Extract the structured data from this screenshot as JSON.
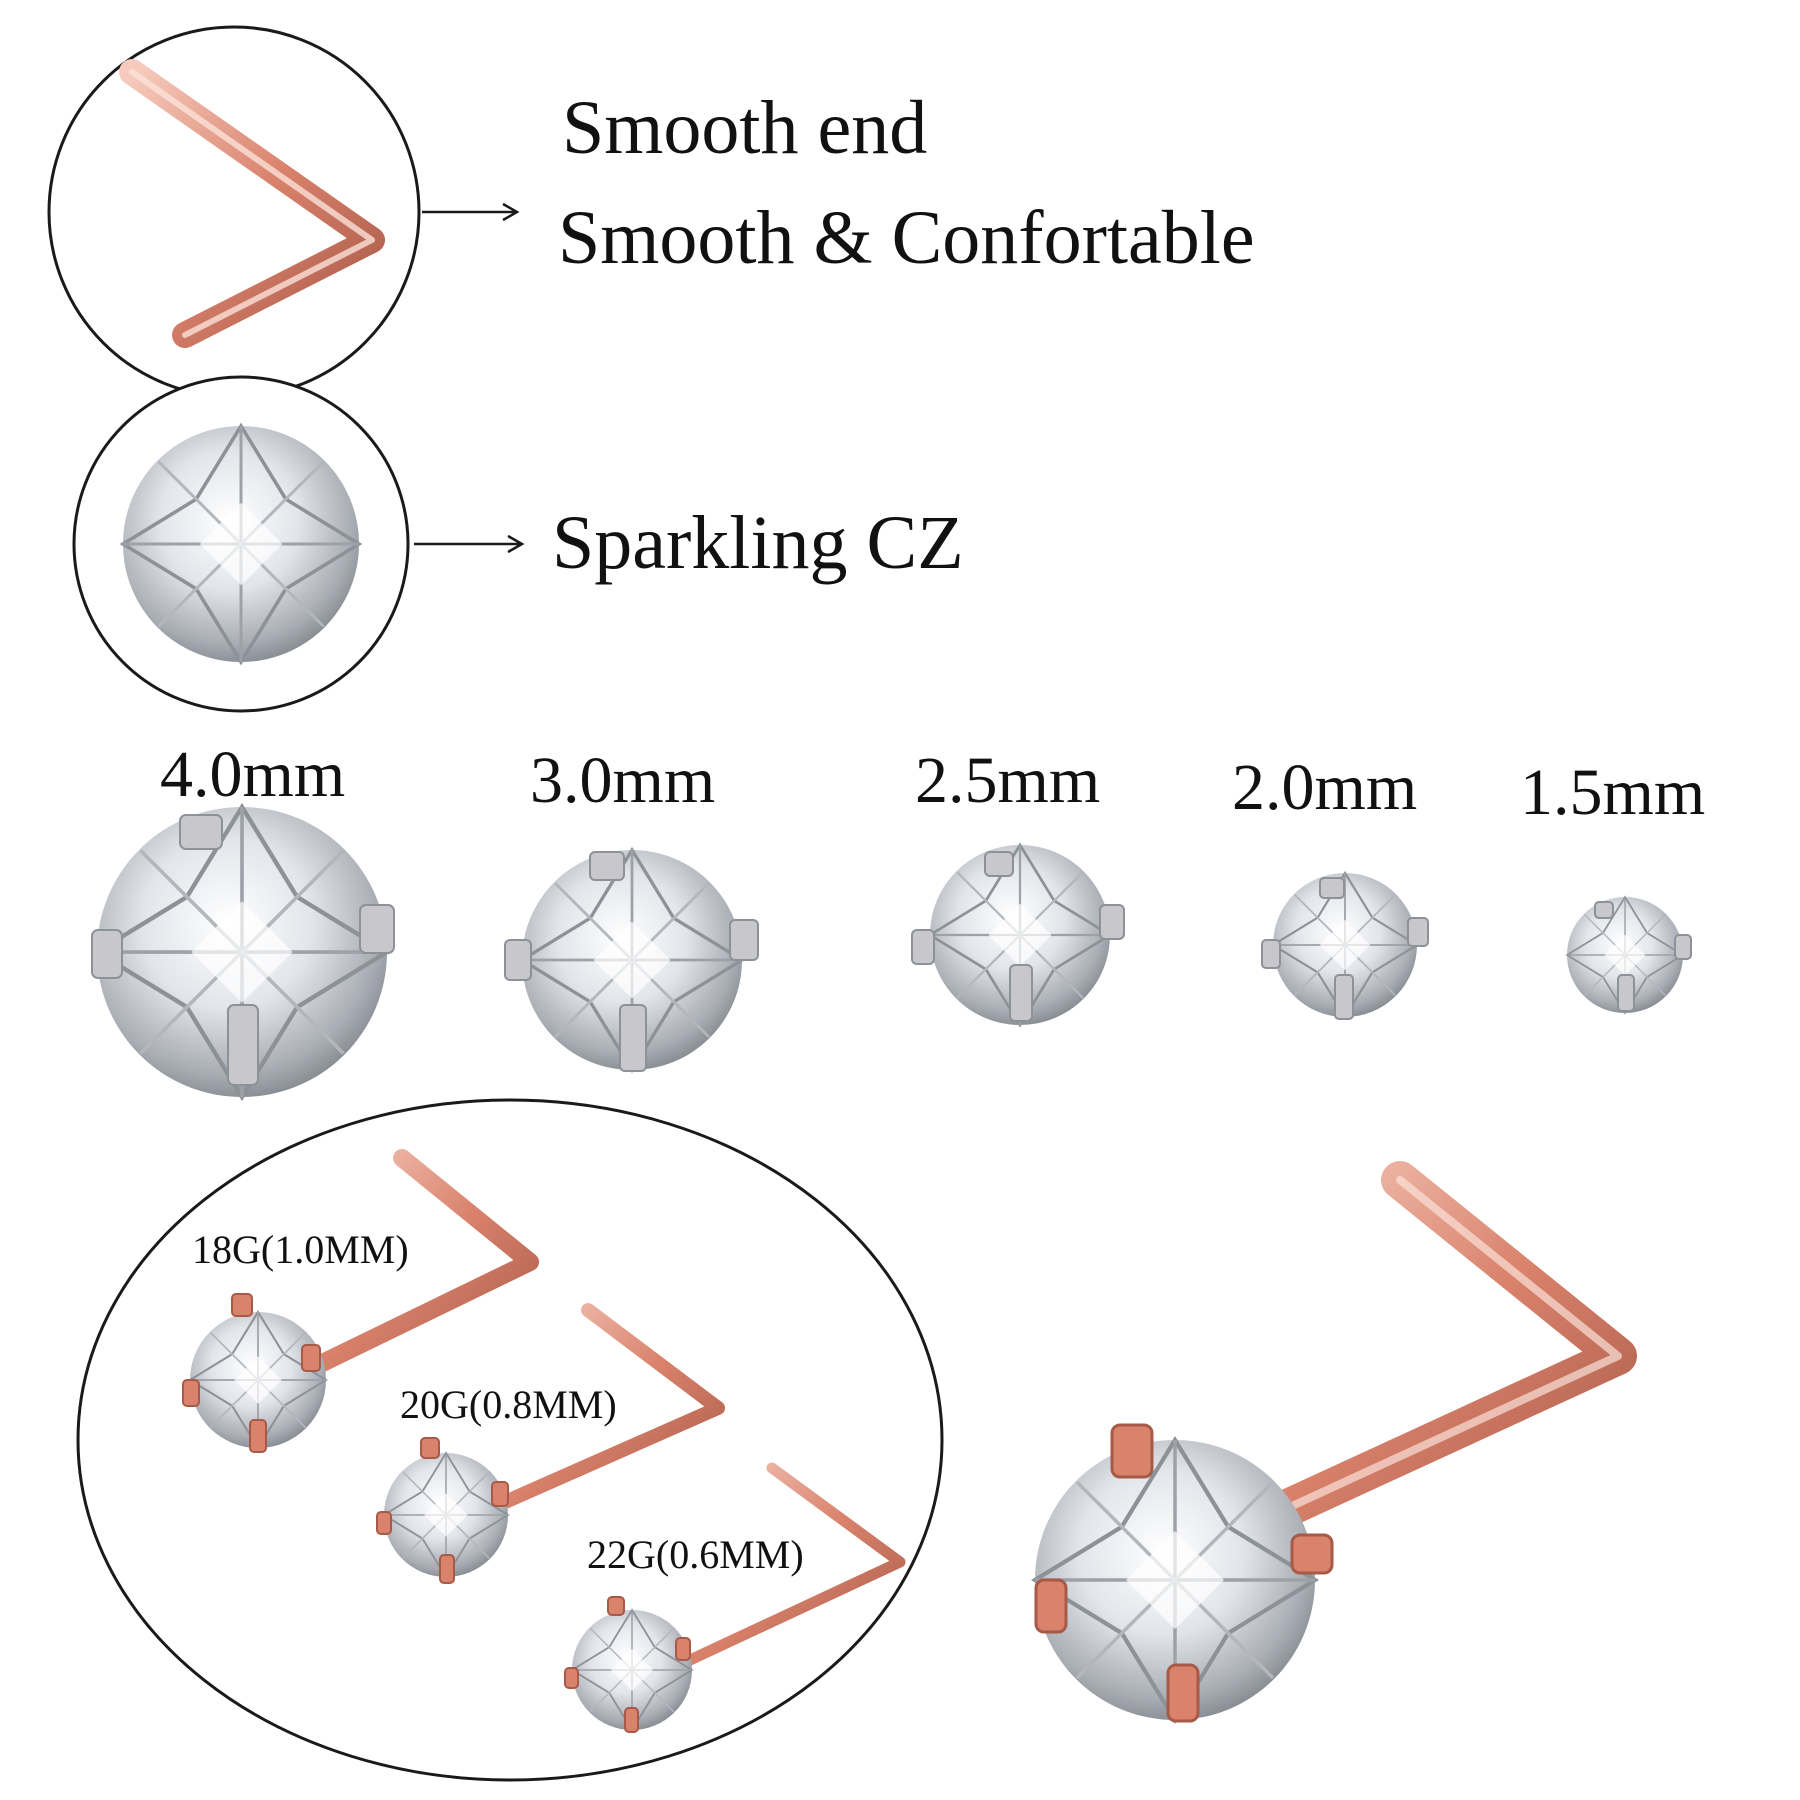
{
  "features": [
    {
      "lines": [
        "Smooth end",
        "Smooth & Confortable"
      ],
      "icon": "smooth-end-icon"
    },
    {
      "lines": [
        "Sparkling CZ"
      ],
      "icon": "cz-gem-icon"
    }
  ],
  "sizes": [
    "4.0mm",
    "3.0mm",
    "2.5mm",
    "2.0mm",
    "1.5mm"
  ],
  "gauges": [
    "18G(1.0MM)",
    "20G(0.8MM)",
    "22G(0.6MM)"
  ],
  "colors": {
    "rose_gold": "#d9826c",
    "rose_gold_dark": "#a85a48",
    "rose_gold_light": "#f4c2b2",
    "silver": "#c8c8cc",
    "outline": "#1a1a1a"
  }
}
